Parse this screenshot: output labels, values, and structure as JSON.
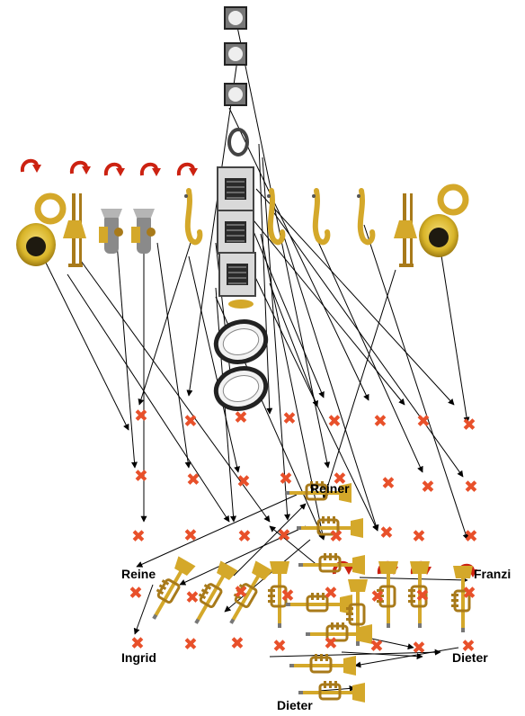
{
  "colors": {
    "arrow": "#000000",
    "cross": "#e8502a",
    "brass": "#d4a82a",
    "brass_dark": "#a87a1a",
    "silver": "#8a8a8a",
    "drum_dark": "#2a2a2a",
    "rotate": "#cc2211"
  },
  "icons": {
    "cross": "✖",
    "rotate": "rotate-arrow-icon"
  },
  "labels": {
    "reiner": "Reiner",
    "reine": "Reine",
    "franzi": "Franzi",
    "ingrid": "Ingrid",
    "dieter_right": "Dieter",
    "dieter_bottom": "Dieter"
  }
}
